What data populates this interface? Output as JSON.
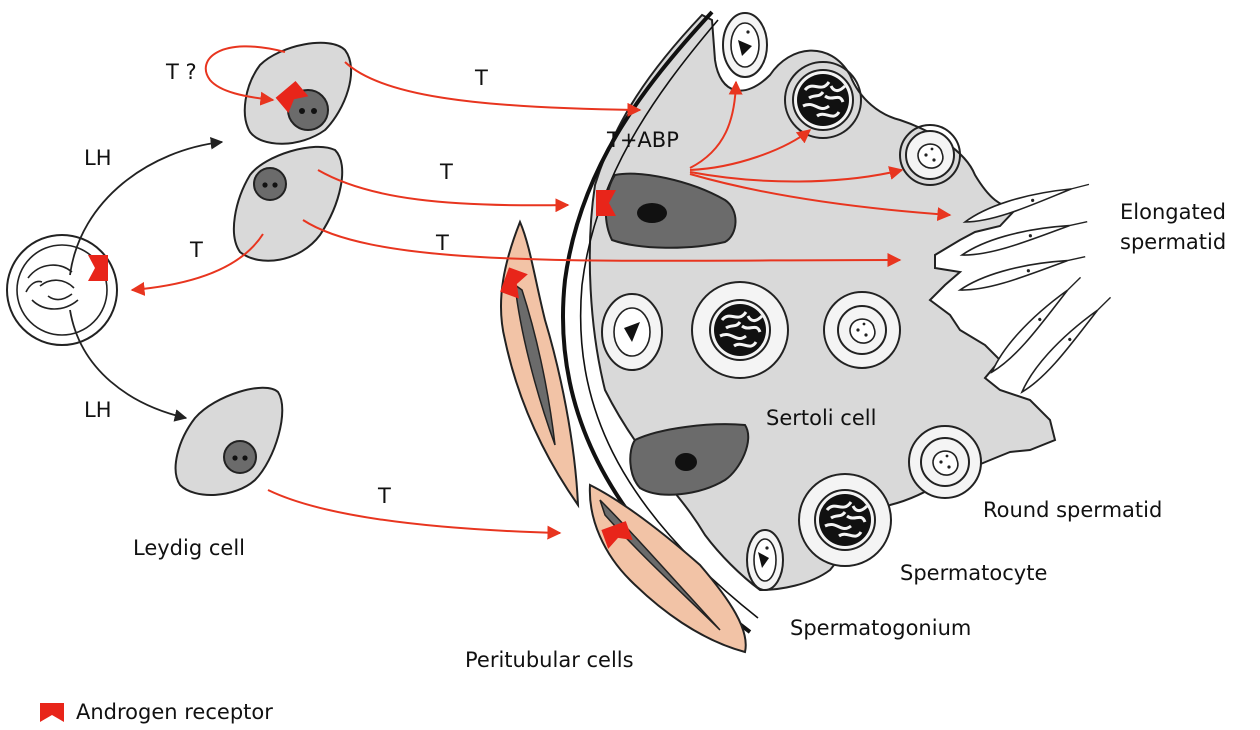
{
  "diagram": {
    "labels": {
      "t_question": "T ?",
      "lh_top": "LH",
      "lh_bottom": "LH",
      "t_left": "T",
      "t_top": "T",
      "t_mid1": "T",
      "t_mid2": "T",
      "t_bottom": "T",
      "t_abp": "T+ABP",
      "leydig_cell": "Leydig cell",
      "peritubular_cells": "Peritubular cells",
      "sertoli_cell": "Sertoli cell",
      "elongated_spermatid_line1": "Elongated",
      "elongated_spermatid_line2": "spermatid",
      "round_spermatid": "Round spermatid",
      "spermatocyte": "Spermatocyte",
      "spermatogonium": "Spermatogonium"
    },
    "legend": {
      "androgen_receptor": "Androgen receptor"
    },
    "colors": {
      "arrow_red": "#e8351f",
      "receptor_red": "#e8251a",
      "cell_gray": "#d9d9d9",
      "nucleus_dark": "#6b6b6b",
      "peritubular_fill": "#f2c3a6",
      "outline": "#222222"
    }
  }
}
